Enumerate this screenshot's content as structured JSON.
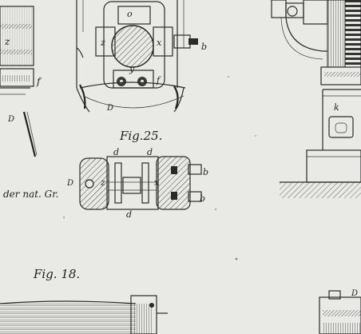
{
  "plate": {
    "captions": {
      "fig25": "Fig.25.",
      "fig18": "Fig. 18."
    },
    "scale_note": "der nat. Gr.",
    "labels": {
      "z_left": "z",
      "f_left": "f",
      "D_left": "D",
      "o_top": "o",
      "z_top": "z",
      "x_top": "x",
      "b_top": "b",
      "y_top": "y",
      "f_top": "f",
      "D_top": "D",
      "k_right": "k",
      "d_1": "d",
      "d_2": "d",
      "D_25": "D",
      "z_25": "z",
      "x_25": "x",
      "b_25a": "b",
      "b_25b": "b",
      "d_3": "d",
      "D_right": "D"
    }
  }
}
